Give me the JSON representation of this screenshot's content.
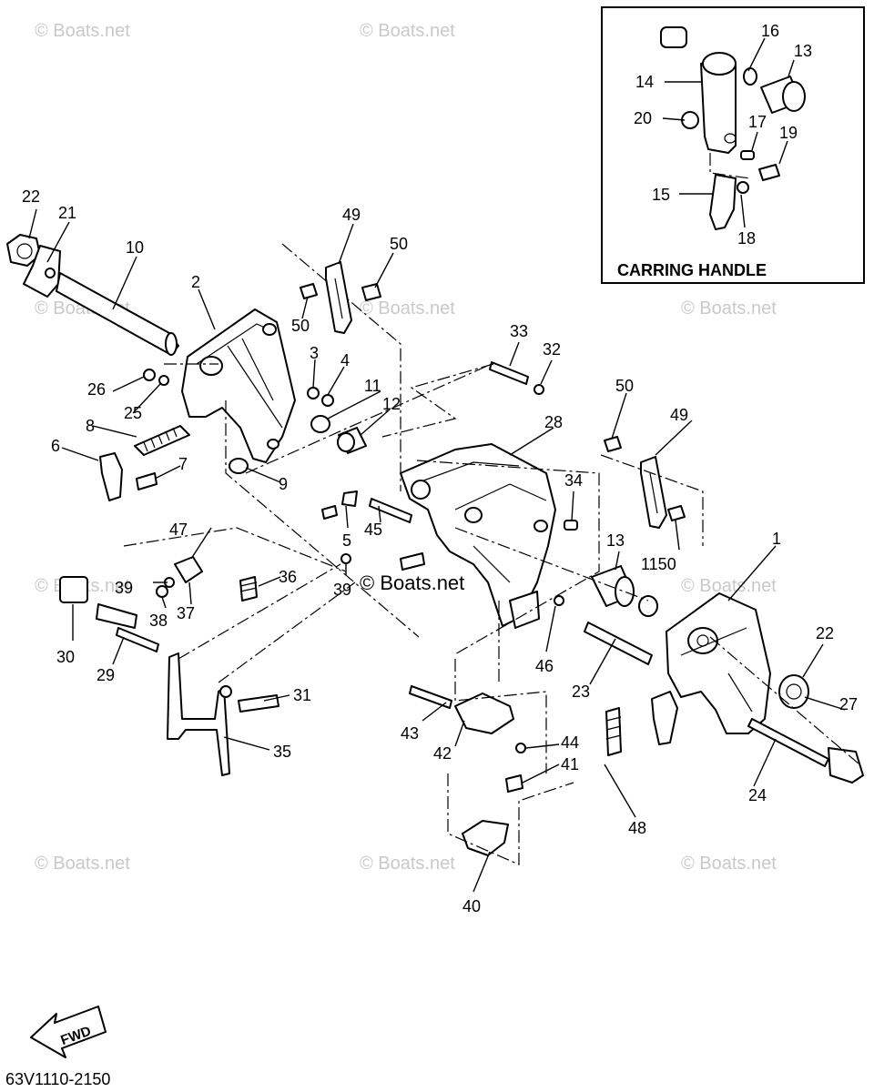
{
  "watermark": {
    "text": "© Boats.net",
    "center_text": "© Boats.net"
  },
  "inset": {
    "title": "CARRING HANDLE"
  },
  "fwd_label": "FWD",
  "drawing_number": "63V1110-2150",
  "callouts": [
    {
      "id": "c22a",
      "label": "22"
    },
    {
      "id": "c21",
      "label": "21"
    },
    {
      "id": "c10",
      "label": "10"
    },
    {
      "id": "c2",
      "label": "2"
    },
    {
      "id": "c49a",
      "label": "49"
    },
    {
      "id": "c50a",
      "label": "50"
    },
    {
      "id": "c50b",
      "label": "50"
    },
    {
      "id": "c3",
      "label": "3"
    },
    {
      "id": "c4",
      "label": "4"
    },
    {
      "id": "c11a",
      "label": "11"
    },
    {
      "id": "c12",
      "label": "12"
    },
    {
      "id": "c26",
      "label": "26"
    },
    {
      "id": "c25",
      "label": "25"
    },
    {
      "id": "c8",
      "label": "8"
    },
    {
      "id": "c6",
      "label": "6"
    },
    {
      "id": "c7",
      "label": "7"
    },
    {
      "id": "c9",
      "label": "9"
    },
    {
      "id": "c33",
      "label": "33"
    },
    {
      "id": "c32",
      "label": "32"
    },
    {
      "id": "c28",
      "label": "28"
    },
    {
      "id": "c50c",
      "label": "50"
    },
    {
      "id": "c49b",
      "label": "49"
    },
    {
      "id": "c34",
      "label": "34"
    },
    {
      "id": "c5",
      "label": "5"
    },
    {
      "id": "c45",
      "label": "45"
    },
    {
      "id": "c47",
      "label": "47"
    },
    {
      "id": "c39a",
      "label": "39"
    },
    {
      "id": "c39b",
      "label": "39"
    },
    {
      "id": "c36",
      "label": "36"
    },
    {
      "id": "c38",
      "label": "38"
    },
    {
      "id": "c37",
      "label": "37"
    },
    {
      "id": "c30",
      "label": "30"
    },
    {
      "id": "c29",
      "label": "29"
    },
    {
      "id": "c13b",
      "label": "13"
    },
    {
      "id": "c1150",
      "label": "1150"
    },
    {
      "id": "c1",
      "label": "1"
    },
    {
      "id": "c46",
      "label": "46"
    },
    {
      "id": "c23",
      "label": "23"
    },
    {
      "id": "c22b",
      "label": "22"
    },
    {
      "id": "c27",
      "label": "27"
    },
    {
      "id": "c24",
      "label": "24"
    },
    {
      "id": "c31",
      "label": "31"
    },
    {
      "id": "c35",
      "label": "35"
    },
    {
      "id": "c43",
      "label": "43"
    },
    {
      "id": "c42",
      "label": "42"
    },
    {
      "id": "c44",
      "label": "44"
    },
    {
      "id": "c41",
      "label": "41"
    },
    {
      "id": "c48",
      "label": "48"
    },
    {
      "id": "c40",
      "label": "40"
    },
    {
      "id": "c16",
      "label": "16"
    },
    {
      "id": "c13a",
      "label": "13"
    },
    {
      "id": "c14",
      "label": "14"
    },
    {
      "id": "c20",
      "label": "20"
    },
    {
      "id": "c17",
      "label": "17"
    },
    {
      "id": "c19",
      "label": "19"
    },
    {
      "id": "c15",
      "label": "15"
    },
    {
      "id": "c18",
      "label": "18"
    }
  ]
}
